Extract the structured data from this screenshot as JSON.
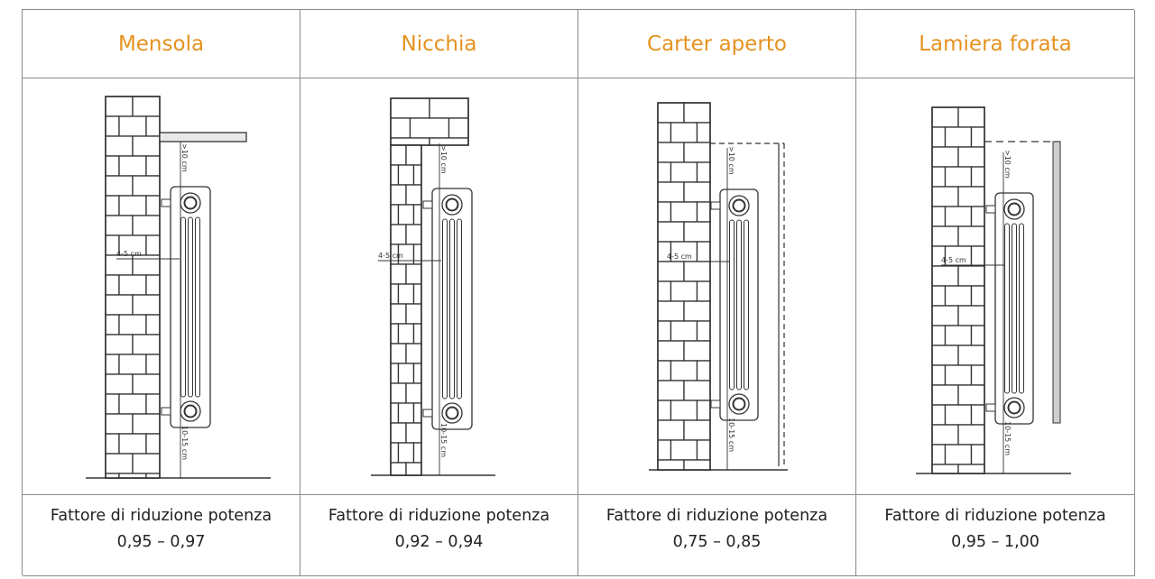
{
  "columns": [
    {
      "title": "Mensola",
      "label": "Fattore di riduzione potenza",
      "range": "0,95 – 0,97",
      "dims": {
        "side": "4-5 cm",
        "top": ">10 cm",
        "bottom": "10-15 cm"
      }
    },
    {
      "title": "Nicchia",
      "label": "Fattore di riduzione potenza",
      "range": "0,92 – 0,94",
      "dims": {
        "side": "4-5 cm",
        "top": ">10 cm",
        "bottom": "10-15 cm"
      }
    },
    {
      "title": "Carter aperto",
      "label": "Fattore di riduzione potenza",
      "range": "0,75 – 0,85",
      "dims": {
        "side": "4-5 cm",
        "top": ">10 cm",
        "bottom": "10-15 cm"
      }
    },
    {
      "title": "Lamiera forata",
      "label": "Fattore di riduzione potenza",
      "range": "0,95 – 1,00",
      "dims": {
        "side": "4-5 cm",
        "top": ">10 cm",
        "bottom": "10-15 cm"
      }
    }
  ],
  "colors": {
    "title": "#e6921f",
    "border": "#8a8a8a",
    "line": "#333333"
  }
}
